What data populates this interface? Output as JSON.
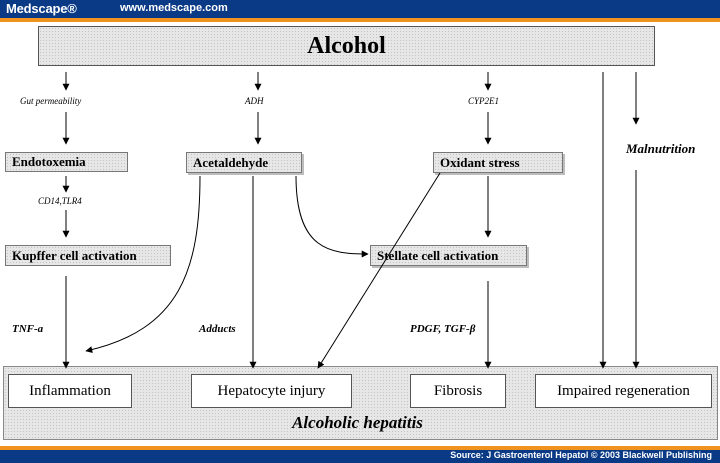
{
  "header": {
    "brand": "Medscape®",
    "url": "www.medscape.com"
  },
  "footer": {
    "source": "Source: J Gastroenterol Hepatol © 2003 Blackwell Publishing"
  },
  "diagram": {
    "root": "Alcohol",
    "nodes": {
      "endotoxemia": "Endotoxemia",
      "acetaldehyde": "Acetaldehyde",
      "oxidant_stress": "Oxidant stress",
      "kupffer": "Kupffer cell activation",
      "stellate": "Stellate cell activation"
    },
    "edge_labels": {
      "gut_permeability": "Gut permeability",
      "adh": "ADH",
      "cyp2e1": "CYP2E1",
      "cd14_tlr4": "CD14,TLR4",
      "tnf": "TNF-a",
      "adducts": "Adducts",
      "pdgf_tgf": "PDGF, TGF-β",
      "malnutrition": "Malnutrition"
    },
    "outcomes": {
      "inflammation": "Inflammation",
      "hepatocyte_injury": "Hepatocyte injury",
      "fibrosis": "Fibrosis",
      "impaired_regeneration": "Impaired regeneration"
    },
    "result": "Alcoholic hepatitis"
  }
}
